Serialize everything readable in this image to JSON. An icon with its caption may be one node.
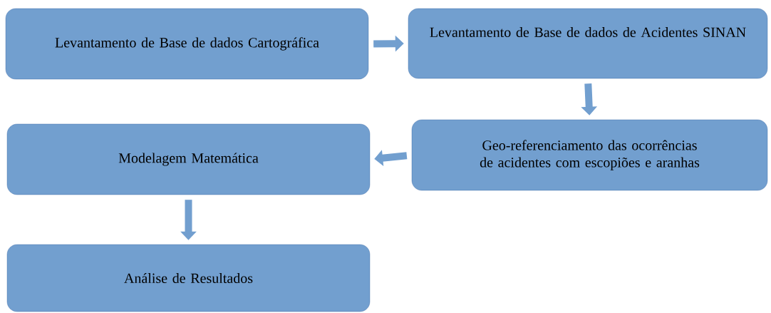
{
  "diagram": {
    "nodes": [
      {
        "text": [
          "Levantamento de Base de dados Cartográfica"
        ]
      },
      {
        "text": [
          "Levantamento de Base de dados de Acidentes SINAN"
        ]
      },
      {
        "text": [
          "Geo-referenciamento das ocorrências de acidentes com escopiões e aranhas"
        ]
      },
      {
        "text": [
          "Modelagem Matemática"
        ]
      },
      {
        "text": [
          "Análise de Resultados"
        ]
      }
    ],
    "edges": [
      {
        "from": 0,
        "to": 1,
        "arrow": "to"
      },
      {
        "from": 1,
        "to": 2,
        "arrow": "to"
      },
      {
        "from": 2,
        "to": 3,
        "arrow": "to"
      },
      {
        "from": 3,
        "to": 4,
        "arrow": "to"
      }
    ]
  }
}
